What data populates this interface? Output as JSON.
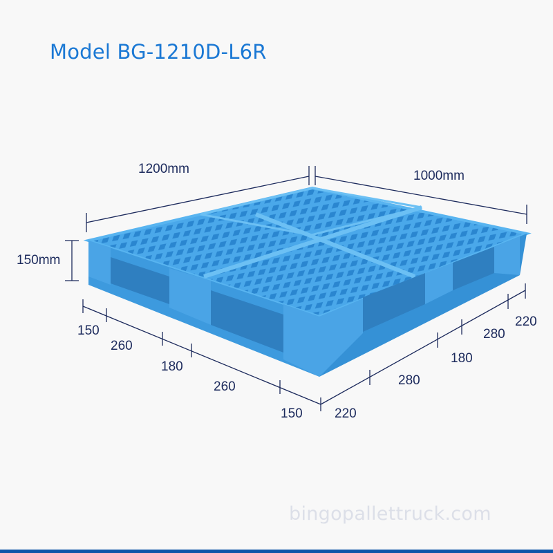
{
  "title": "Model BG-1210D-L6R",
  "dimensions": {
    "length": "1200mm",
    "width": "1000mm",
    "height": "150mm"
  },
  "front_segments": [
    "150",
    "260",
    "180",
    "260",
    "150"
  ],
  "side_segments": [
    "220",
    "280",
    "180",
    "280",
    "220"
  ],
  "watermark": "bingopallettruck.com",
  "colors": {
    "title": "#1a78d4",
    "dimension_lines": "#1c2a5c",
    "pallet_top": "#4aa8ea",
    "pallet_side": "#3b97dc",
    "bottom_bar": "#0e55a8",
    "background": "#f8f8f8"
  }
}
